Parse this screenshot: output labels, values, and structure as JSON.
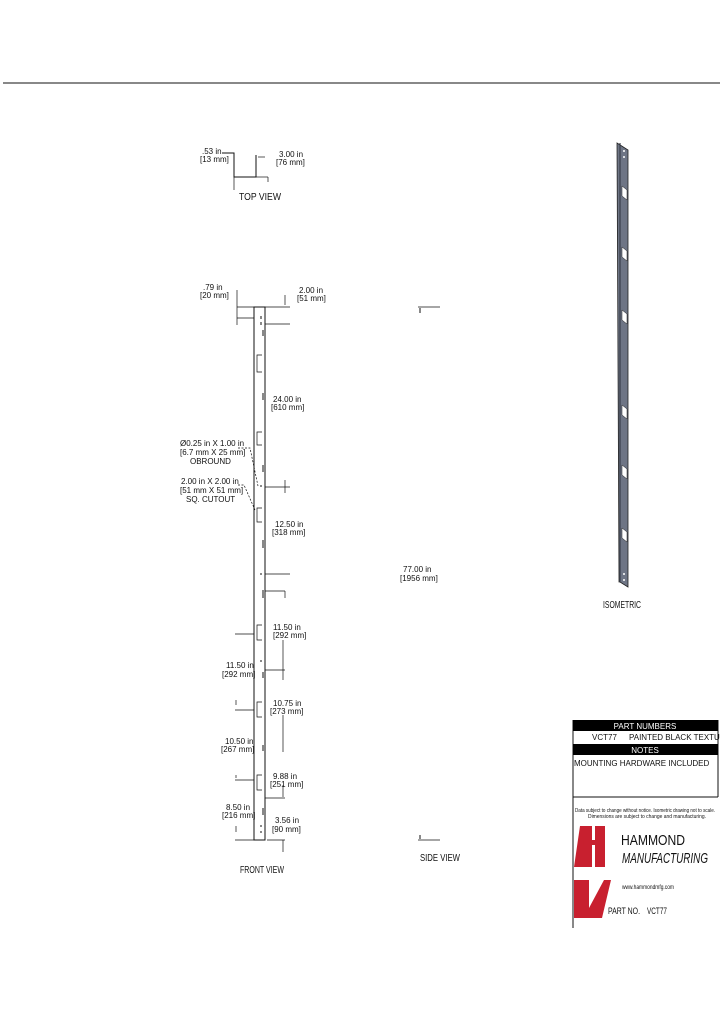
{
  "views": {
    "top": "TOP VIEW",
    "front": "FRONT VIEW",
    "side": "SIDE VIEW",
    "isometric": "ISOMETRIC"
  },
  "top_view_dims": {
    "flange_in": ".53 in",
    "flange_mm": "[13 mm]",
    "width_in": "3.00 in",
    "width_mm": "[76 mm]"
  },
  "front_view_dims": {
    "top_offset_in": ".79 in",
    "top_offset_mm": "[20 mm]",
    "top_hole_in": "2.00 in",
    "top_hole_mm": "[51 mm]",
    "span1_in": "24.00 in",
    "span1_mm": "[610 mm]",
    "obround_1": "Ø0.25 in X 1.00 in",
    "obround_2": "[6.7 mm X 25 mm]",
    "obround_3": "OBROUND",
    "cutout_1": "2.00 in X 2.00 in",
    "cutout_2": "[51 mm X 51 mm]",
    "cutout_3": "SQ. CUTOUT",
    "span2_in": "12.50 in",
    "span2_mm": "[318 mm]",
    "span3_in": "11.50 in",
    "span3_mm": "[292 mm]",
    "left1_in": "11.50 in",
    "left1_mm": "[292 mm]",
    "span4_in": "10.75 in",
    "span4_mm": "[273 mm]",
    "left2_in": "10.50 in",
    "left2_mm": "[267 mm]",
    "span5_in": "9.88 in",
    "span5_mm": "[251 mm]",
    "left3_in": "8.50 in",
    "left3_mm": "[216 mm]",
    "span6_in": "3.56 in",
    "span6_mm": "[90 mm]"
  },
  "side_view_dims": {
    "length_in": "77.00 in",
    "length_mm": "[1956 mm]"
  },
  "title_block": {
    "part_numbers_header": "PART NUMBERS",
    "part_number": "VCT77",
    "part_description": "PAINTED BLACK TEXTURE",
    "notes_header": "NOTES",
    "notes": "MOUNTING HARDWARE INCLUDED",
    "disclaimer_1": "Data subject to change without notice. Isometric drawing not to scale.",
    "disclaimer_2": "Dimensions are subject to change and manufacturing.",
    "company_line1": "HAMMOND",
    "company_line2": "MANUFACTURING",
    "website": "www.hammondmfg.com",
    "part_no_label": "PART NO.",
    "part_no_value": "VCT77"
  },
  "colors": {
    "brand_red": "#c8202f",
    "rail_gray": "#6e7585",
    "header_black": "#000000"
  }
}
